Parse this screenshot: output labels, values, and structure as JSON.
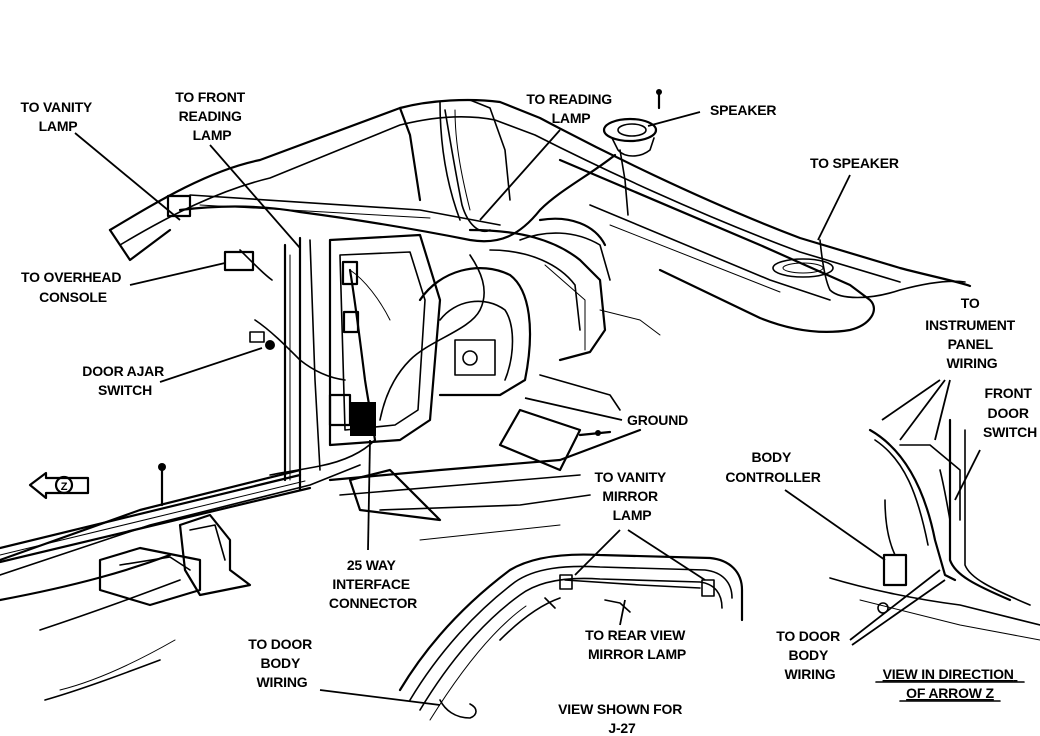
{
  "labels": {
    "to_vanity_lamp": [
      "TO VANITY",
      "LAMP"
    ],
    "to_front_reading_lamp": [
      "TO FRONT",
      "READING",
      "LAMP"
    ],
    "to_reading_lamp": [
      "TO READING",
      "LAMP"
    ],
    "speaker": "SPEAKER",
    "to_speaker": "TO SPEAKER",
    "to_overhead_console": [
      "TO OVERHEAD",
      "CONSOLE"
    ],
    "door_ajar_switch": [
      "DOOR AJAR",
      "SWITCH"
    ],
    "ground": "GROUND",
    "to_instrument_panel_wiring": [
      "TO",
      "INSTRUMENT",
      "PANEL",
      "WIRING"
    ],
    "front_door_switch": [
      "FRONT",
      "DOOR",
      "SWITCH"
    ],
    "body_controller": [
      "BODY",
      "CONTROLLER"
    ],
    "to_vanity_mirror_lamp": [
      "TO VANITY",
      "MIRROR",
      "LAMP"
    ],
    "interface_connector": [
      "25 WAY",
      "INTERFACE",
      "CONNECTOR"
    ],
    "to_rear_view_mirror_lamp": [
      "TO REAR VIEW",
      "MIRROR LAMP"
    ],
    "to_door_body_wiring_left": [
      "TO DOOR",
      "BODY",
      "WIRING"
    ],
    "to_door_body_wiring_right": [
      "TO DOOR",
      "BODY",
      "WIRING"
    ],
    "view_in_direction": [
      "VIEW IN DIRECTION",
      "OF ARROW Z"
    ],
    "view_shown_for": [
      "VIEW SHOWN FOR",
      "J-27"
    ],
    "arrow_z": "Z"
  }
}
